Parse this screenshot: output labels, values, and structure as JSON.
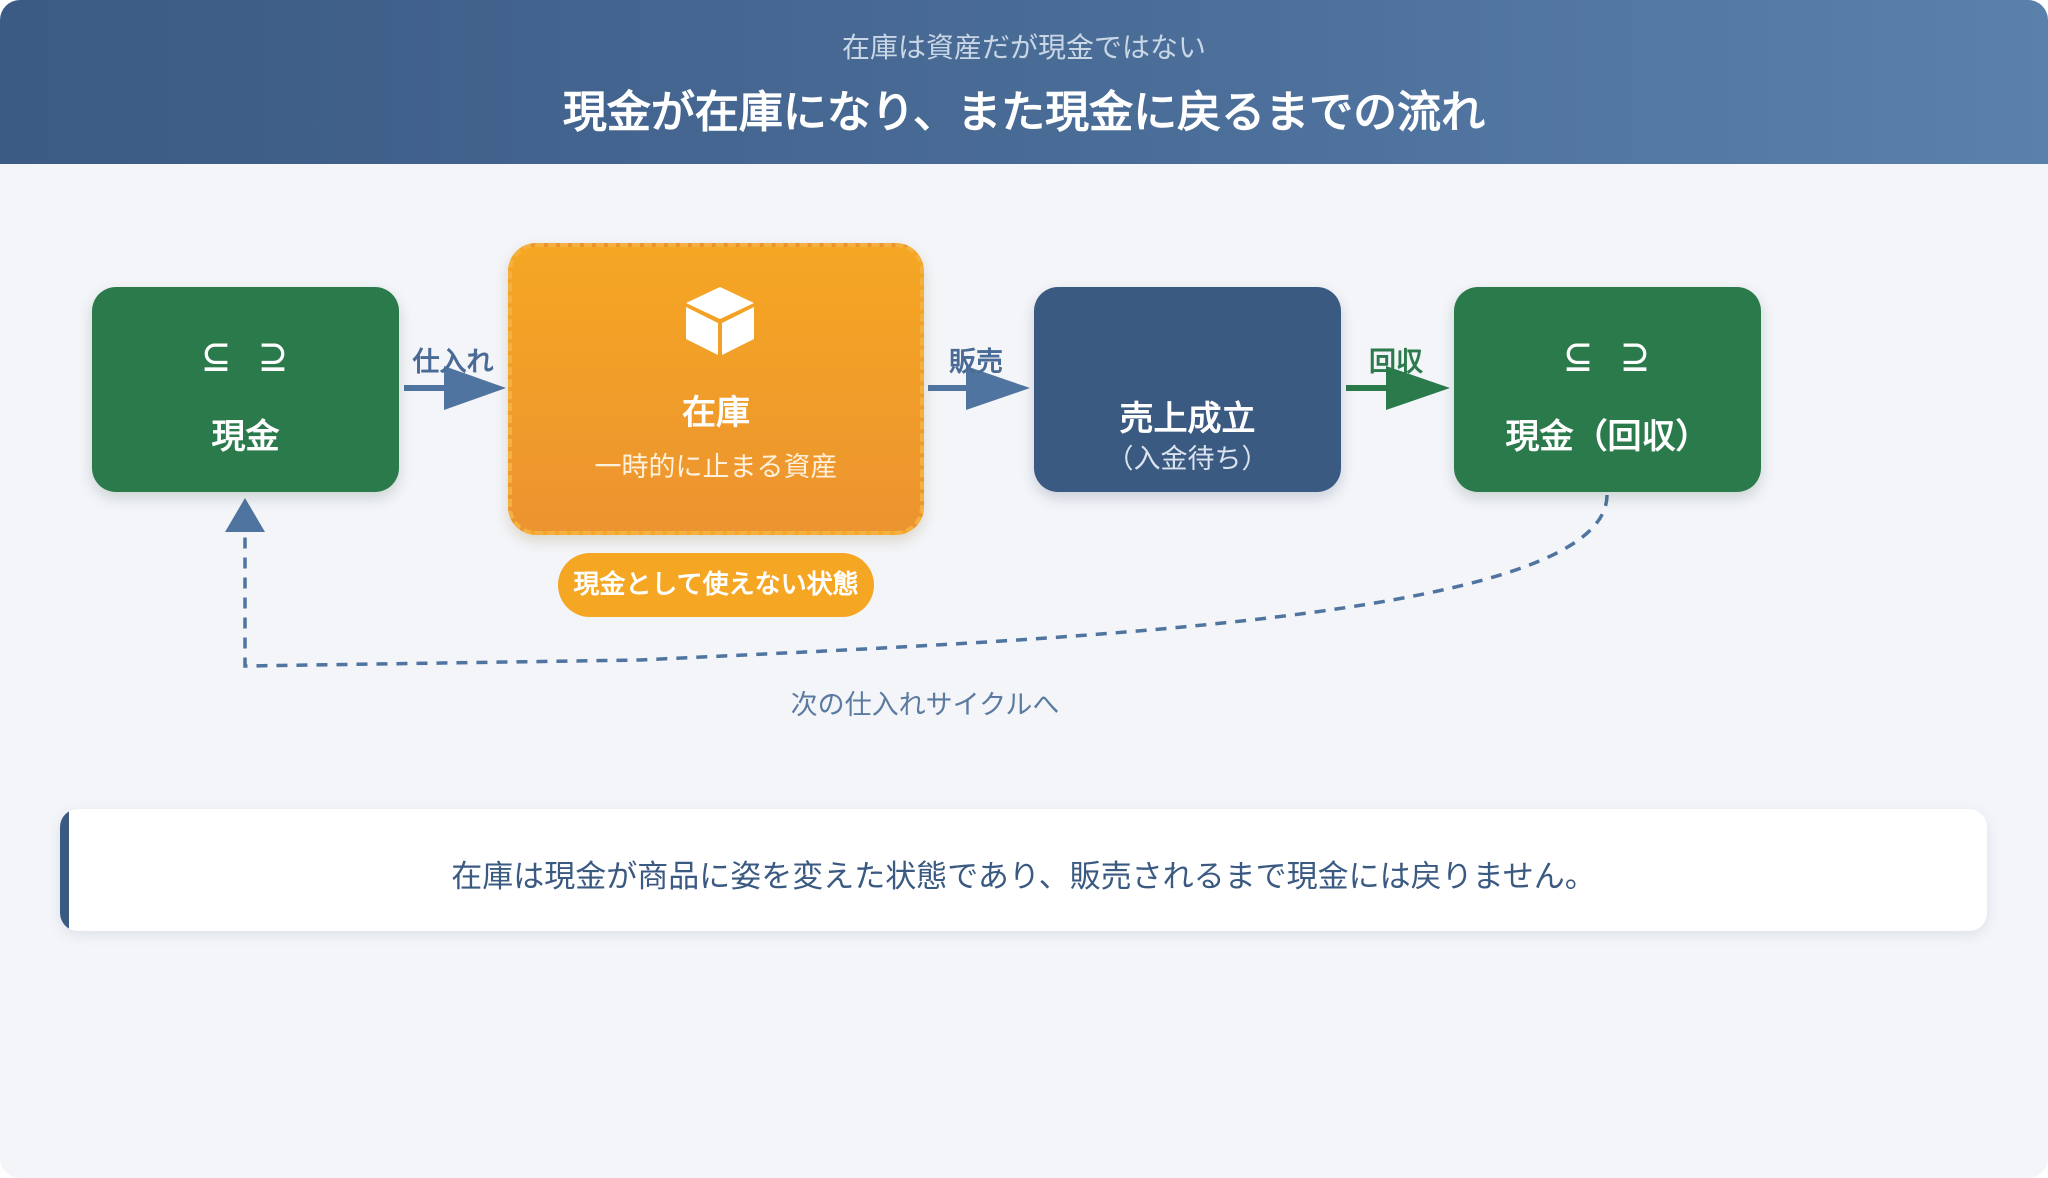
{
  "header": {
    "subtitle": "在庫は資産だが現金ではない",
    "title": "現金が在庫になり、また現金に戻るまでの流れ"
  },
  "nodes": {
    "cash_start": {
      "icon": "cash-register-icon",
      "glyph": "⊆ ⊇",
      "label": "現金"
    },
    "inventory": {
      "icon": "box-icon",
      "label": "在庫",
      "sub": "一時的に止まる資産"
    },
    "sales": {
      "label": "売上成立",
      "sub": "（入金待ち）"
    },
    "cash_end": {
      "icon": "cash-register-icon",
      "glyph": "⊆ ⊇",
      "label": "現金（回収）"
    }
  },
  "badge": {
    "label": "現金として使えない状態"
  },
  "edges": {
    "purchase": "仕入れ",
    "sell": "販売",
    "collect": "回収",
    "cycle": "次の仕入れサイクルへ"
  },
  "note": {
    "text": "在庫は現金が商品に姿を変えた状態であり、販売されるまで現金には戻りません。"
  },
  "colors": {
    "header_start": "#3b5a84",
    "header_end": "#5a81ab",
    "cash_green": "#2b7a4b",
    "inventory_orange": "#f5a623",
    "sales_blue": "#3b5a82",
    "arrow_blue": "#4f74a0",
    "background": "#f3f5f9"
  }
}
